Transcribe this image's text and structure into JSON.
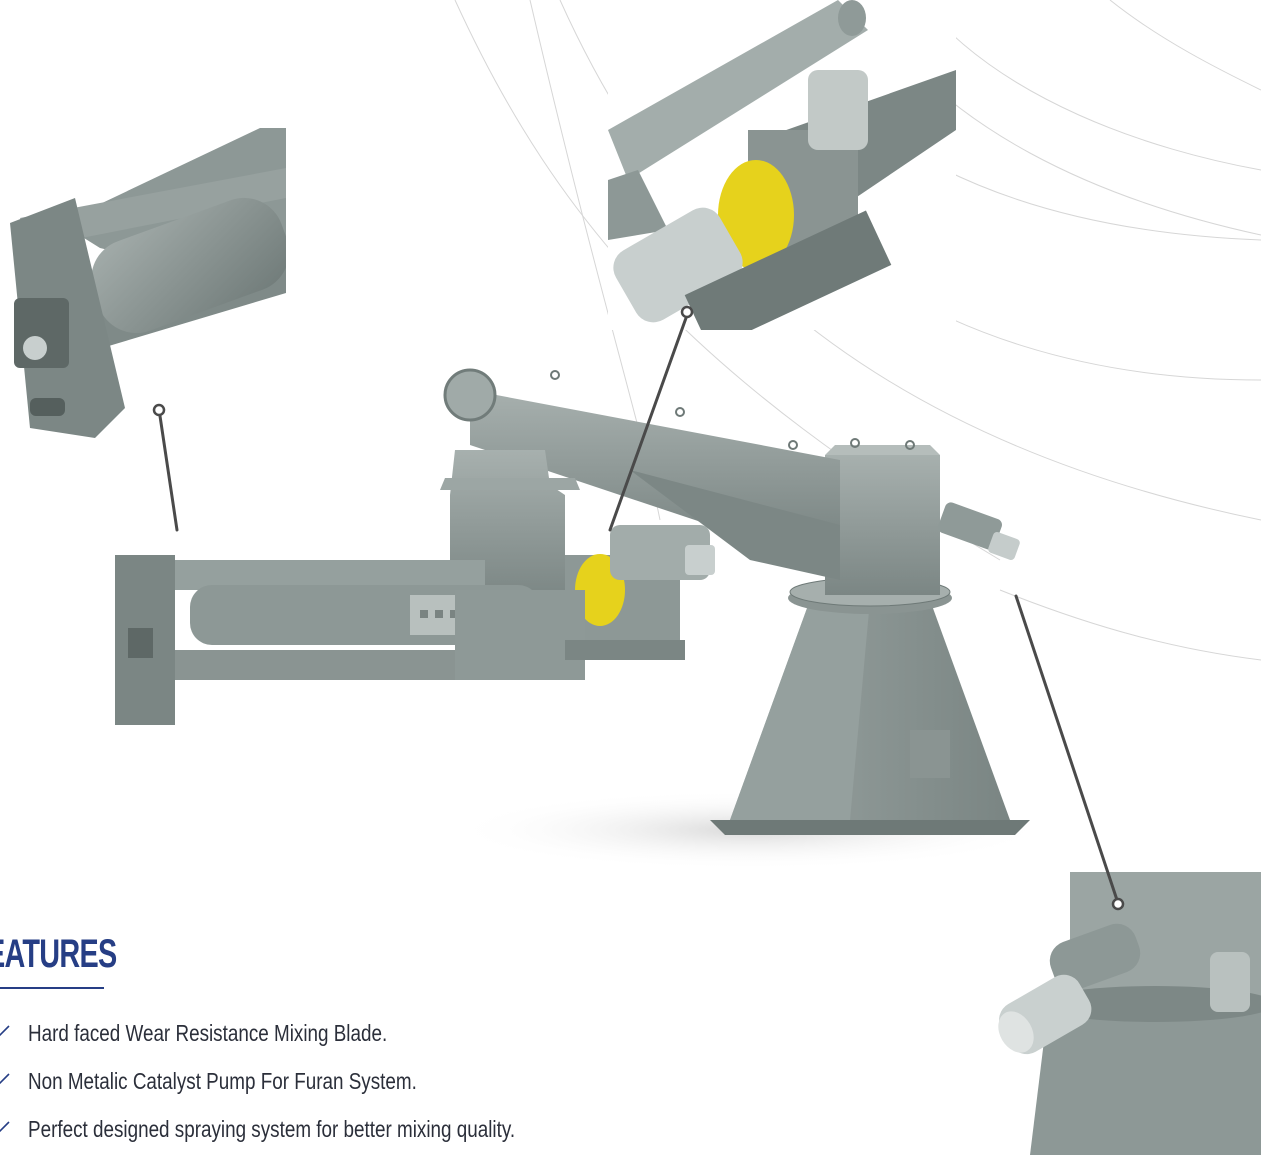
{
  "features": {
    "title": "EATURES",
    "items": [
      {
        "text": "Hard faced Wear Resistance Mixing Blade.",
        "icon": "check-icon"
      },
      {
        "text": "Non Metalic Catalyst Pump For Furan System.",
        "icon": "check-icon"
      },
      {
        "text": "Perfect designed spraying system for better mixing quality.",
        "icon": "check-icon"
      }
    ]
  },
  "colors": {
    "accent": "#263e85",
    "machine": "#8d9896",
    "machine_dark": "#6b7674",
    "machine_light": "#a9b2b0",
    "highlight_yellow": "#e6d21c",
    "arc_line": "#d4d4d4",
    "callout_line": "#4a4a4a"
  }
}
